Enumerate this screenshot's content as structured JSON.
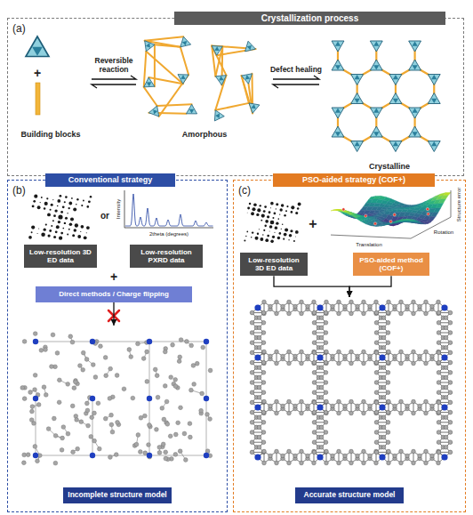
{
  "diagram": {
    "nodes": [
      {
        "text": [
          "Crystallization process",
          "(a)"
        ]
      },
      {
        "text": [
          "Building blocks"
        ],
        "in": 0
      },
      {
        "text": [
          "Amorphous"
        ],
        "in": 0
      },
      {
        "text": [
          "Crystalline"
        ],
        "in": 0
      },
      {
        "text": [
          "Conventional strategy",
          "(b)"
        ]
      },
      {
        "text": [
          "Low-resolution 3D ED data"
        ],
        "in": 4
      },
      {
        "text": [
          "Low-resolution PXRD data"
        ],
        "in": 4
      },
      {
        "text": [
          "Direct methods / Charge flipping"
        ],
        "in": 4
      },
      {
        "text": [
          "Incomplete structure model"
        ],
        "in": 4
      },
      {
        "text": [
          "PSO-aided strategy (COF+)",
          "(c)"
        ]
      },
      {
        "text": [
          "Low-resolution 3D ED data"
        ],
        "in": 9
      },
      {
        "text": [
          "PSO-aided method (COF+)"
        ],
        "in": 9
      },
      {
        "text": [
          "Accurate structure model"
        ],
        "in": 9
      }
    ],
    "edges": [
      {
        "from": 1,
        "to": 2,
        "label": "Reversible reaction",
        "arrow": "both"
      },
      {
        "from": 2,
        "to": 3,
        "label": "Defect healing",
        "arrow": "both"
      },
      {
        "from": 7,
        "to": 8,
        "arrow": "to"
      },
      {
        "from": 10,
        "to": 12,
        "arrow": "to"
      },
      {
        "from": 11,
        "to": 12,
        "arrow": "to"
      }
    ],
    "labels": [
      "+",
      "or",
      "Intensity",
      "2theta (degrees)",
      "+",
      "+",
      "Structure error",
      "Translation",
      "Rotation"
    ]
  }
}
